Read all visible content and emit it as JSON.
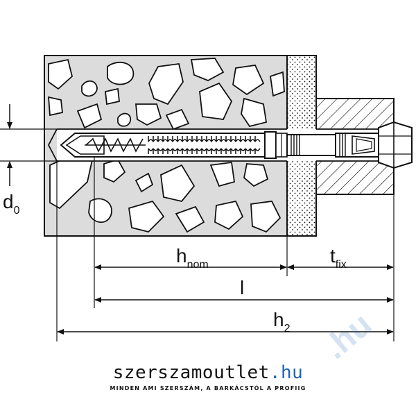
{
  "diagram": {
    "labels": {
      "d0_main": "d",
      "d0_sub": "0",
      "hnom_main": "h",
      "hnom_sub": "nom",
      "tfix_main": "t",
      "tfix_sub": "fix",
      "l_main": "l",
      "h2_main": "h",
      "h2_sub": "2"
    }
  },
  "watermark": {
    "text": ".hu",
    "color": "#1e63b8"
  },
  "brand": {
    "name_prefix": "szerszamoutlet",
    "name_suffix": ".hu",
    "slogan": "MINDEN AMI SZERSZÁM, A BARKÁCSTÓL A PROFIIG",
    "accent_color": "#1e63b8"
  }
}
